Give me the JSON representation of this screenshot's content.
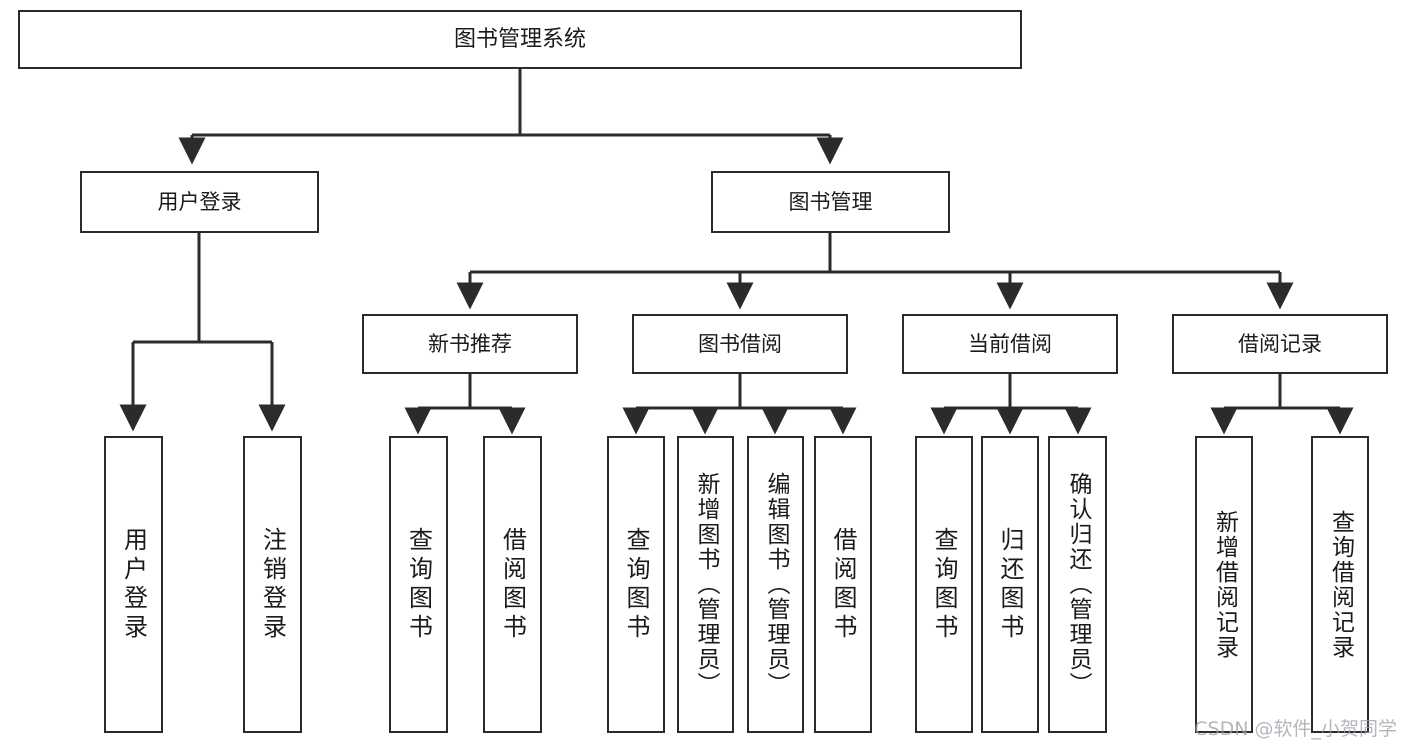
{
  "diagram": {
    "type": "tree",
    "title": "图书管理系统",
    "watermark": "CSDN @软件_小贺同学",
    "colors": {
      "border": "#2b2b2b",
      "background": "#ffffff",
      "text": "#1b1b1b",
      "watermark": "#9aa0a6"
    },
    "nodes": {
      "root": {
        "label": "图书管理系统"
      },
      "level2": [
        {
          "id": "user-login",
          "label": "用户登录"
        },
        {
          "id": "book-manage",
          "label": "图书管理"
        }
      ],
      "level3": [
        {
          "id": "new-book-recommend",
          "label": "新书推荐"
        },
        {
          "id": "book-borrow",
          "label": "图书借阅"
        },
        {
          "id": "current-borrow",
          "label": "当前借阅"
        },
        {
          "id": "borrow-record",
          "label": "借阅记录"
        }
      ],
      "leaves": {
        "user_login": [
          {
            "id": "leaf-user-login",
            "label": "用户登录"
          },
          {
            "id": "leaf-logout-login",
            "label": "注销登录"
          }
        ],
        "new_book_recommend": [
          {
            "id": "leaf-query-book-1",
            "label": "查询图书"
          },
          {
            "id": "leaf-borrow-book-1",
            "label": "借阅图书"
          }
        ],
        "book_borrow": [
          {
            "id": "leaf-query-book-2",
            "label": "查询图书"
          },
          {
            "id": "leaf-add-book",
            "label": "新增图书（管理员）"
          },
          {
            "id": "leaf-edit-book",
            "label": "编辑图书（管理员）"
          },
          {
            "id": "leaf-borrow-book-2",
            "label": "借阅图书"
          }
        ],
        "current_borrow": [
          {
            "id": "leaf-query-book-3",
            "label": "查询图书"
          },
          {
            "id": "leaf-return-book",
            "label": "归还图书"
          },
          {
            "id": "leaf-confirm-return",
            "label": "确认归还（管理员）"
          }
        ],
        "borrow_record": [
          {
            "id": "leaf-add-record",
            "label": "新增借阅记录"
          },
          {
            "id": "leaf-query-record",
            "label": "查询借阅记录"
          }
        ]
      }
    }
  }
}
